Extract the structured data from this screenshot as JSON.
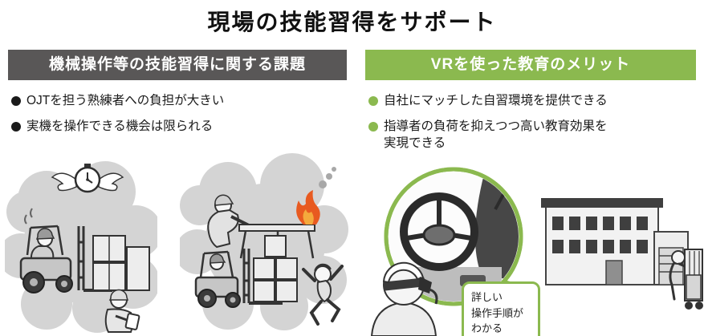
{
  "title": "現場の技能習得をサポート",
  "colors": {
    "header_gray": "#595757",
    "accent_green": "#8bb94f",
    "bullet_dark": "#1a1a1a",
    "flame_orange": "#e85a20",
    "flame_inner": "#f4a93c"
  },
  "left": {
    "header": "機械操作等の技能習得に関する課題",
    "bullets": [
      "OJTを担う熟練者への負担が大きい",
      "実機を操作できる機会は限られる"
    ]
  },
  "right": {
    "header": "VRを使った教育のメリット",
    "bullets": [
      "自社にマッチした自習環境を提供できる",
      "指導者の負荷を抑えつつ高い教育効果を\n実現できる"
    ],
    "callout": "詳しい\n操作手順が\nわかる"
  },
  "illustrations": {
    "left_1": "forklift-operator-under-time-pressure",
    "left_2": "workbench-fire-and-forklift-accident",
    "right_vr_view": "forklift-cab-view-through-vr",
    "right_user": "worker-wearing-vr-headset",
    "right_factory": "factory-and-cart-worker"
  }
}
